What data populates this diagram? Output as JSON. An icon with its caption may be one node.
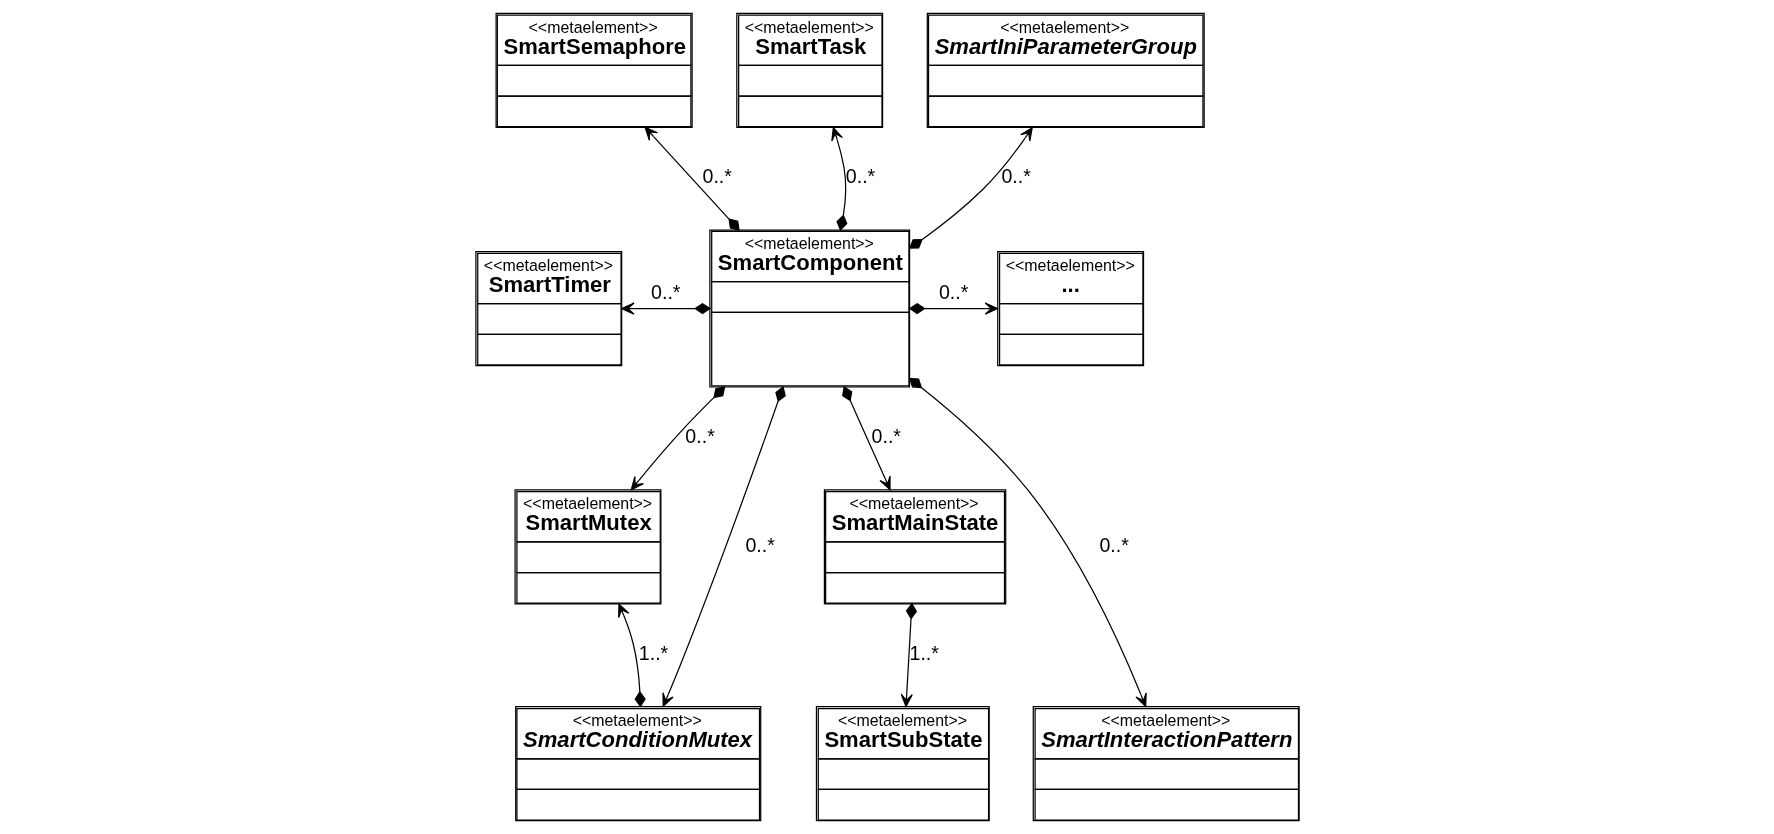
{
  "diagram": {
    "nodes": [
      {
        "text": [
          "<<metaelement>>",
          "SmartSemaphore"
        ]
      },
      {
        "text": [
          "<<metaelement>>",
          "SmartTask"
        ]
      },
      {
        "text": [
          "<<metaelement>>",
          "SmartIniParameterGroup"
        ]
      },
      {
        "text": [
          "<<metaelement>>",
          "SmartTimer"
        ]
      },
      {
        "text": [
          "<<metaelement>>",
          "SmartComponent"
        ]
      },
      {
        "text": [
          "<<metaelement>>",
          "..."
        ]
      },
      {
        "text": [
          "<<metaelement>>",
          "SmartMutex"
        ]
      },
      {
        "text": [
          "<<metaelement>>",
          "SmartMainState"
        ]
      },
      {
        "text": [
          "<<metaelement>>",
          "SmartConditionMutex"
        ]
      },
      {
        "text": [
          "<<metaelement>>",
          "SmartInteractionPattern"
        ]
      },
      {
        "text": [
          "<<metaelement>>",
          "SmartSubState"
        ]
      }
    ],
    "edges": [
      {
        "from": 4,
        "to": 0,
        "arrow": "to",
        "label": "0..*"
      },
      {
        "from": 4,
        "to": 1,
        "arrow": "to",
        "label": "0..*"
      },
      {
        "from": 4,
        "to": 2,
        "arrow": "to",
        "label": "0..*"
      },
      {
        "from": 4,
        "to": 3,
        "arrow": "to",
        "label": "0..*"
      },
      {
        "from": 4,
        "to": 5,
        "arrow": "to",
        "label": "0..*"
      },
      {
        "from": 4,
        "to": 6,
        "arrow": "to",
        "label": "0..*"
      },
      {
        "from": 4,
        "to": 7,
        "arrow": "to",
        "label": "0..*"
      },
      {
        "from": 4,
        "to": 8,
        "arrow": "to",
        "label": "0..*"
      },
      {
        "from": 4,
        "to": 9,
        "arrow": "to",
        "label": "0..*"
      },
      {
        "from": 8,
        "to": 6,
        "arrow": "to",
        "label": "1..*"
      },
      {
        "from": 7,
        "to": 10,
        "arrow": "to",
        "label": "1..*"
      }
    ]
  }
}
